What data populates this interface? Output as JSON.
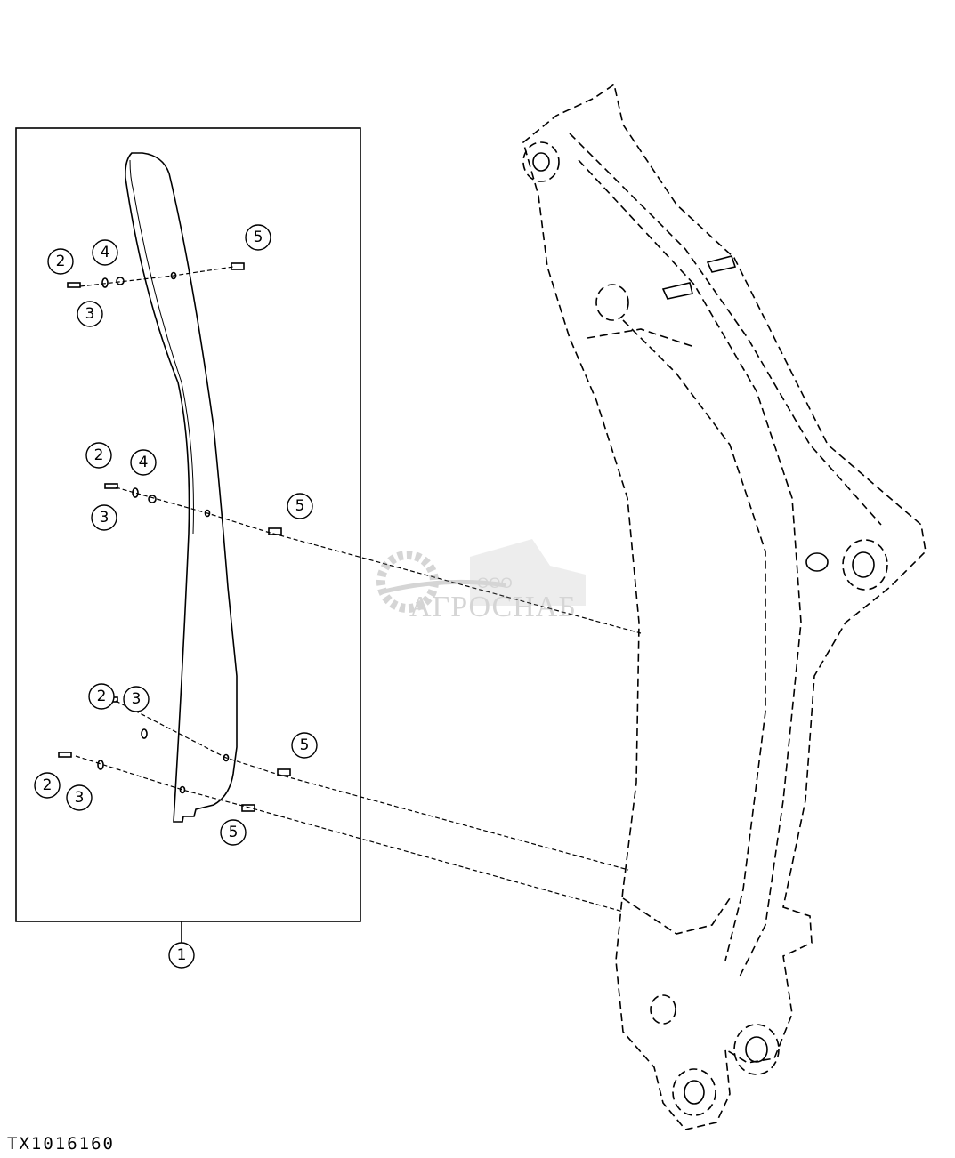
{
  "figure_id": "TX1016160",
  "watermark": {
    "prefix": "ООО",
    "name": "АГРОСНАБ"
  },
  "callouts": [
    "1",
    "2",
    "3",
    "4",
    "5"
  ],
  "colors": {
    "line": "#000000",
    "watermark": "#888888"
  }
}
